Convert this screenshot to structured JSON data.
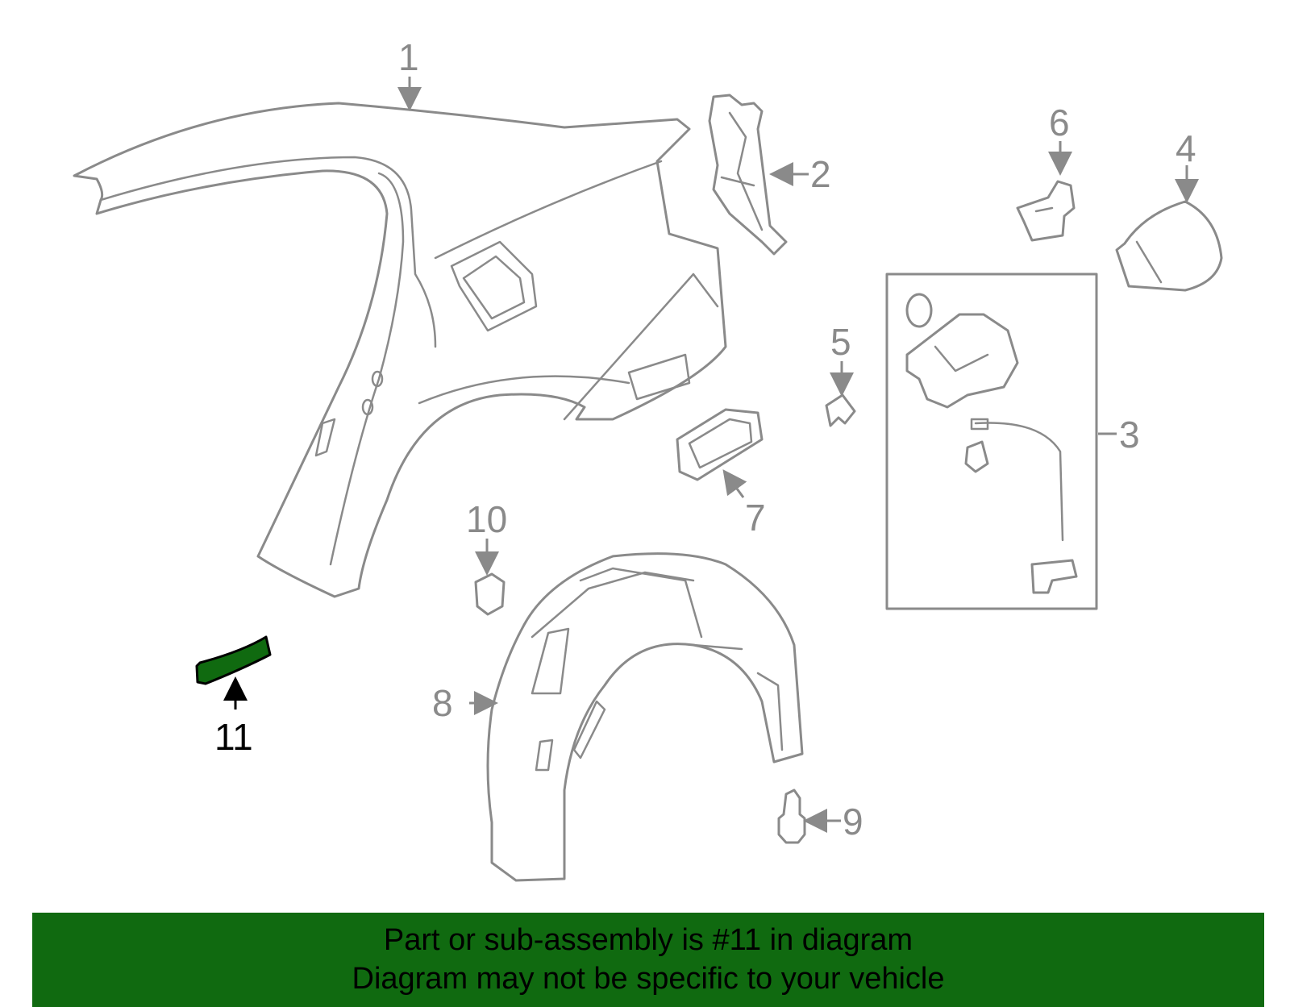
{
  "diagram": {
    "callouts": [
      "1",
      "2",
      "3",
      "4",
      "5",
      "6",
      "7",
      "8",
      "9",
      "10",
      "11"
    ],
    "highlighted_part": "11",
    "highlight_color": "#106a10",
    "line_color": "#8a8a8a"
  },
  "banner": {
    "line1": "Part or sub-assembly is #11 in diagram",
    "line2": "Diagram may not be specific to your vehicle",
    "background": "#106a10"
  }
}
